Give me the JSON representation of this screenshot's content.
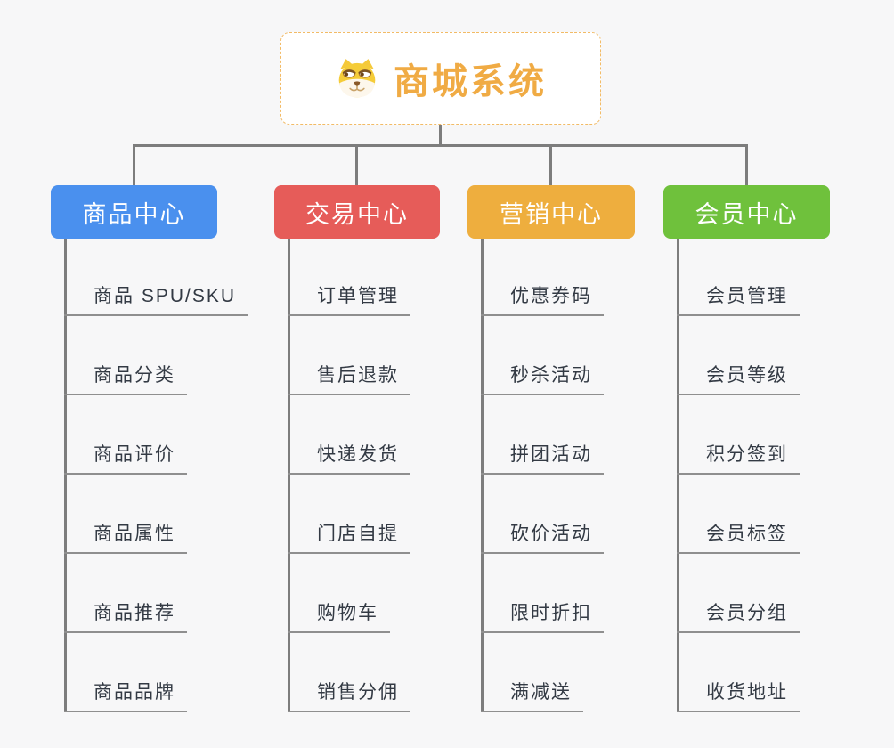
{
  "app": {
    "background_color": "#f7f7f8",
    "connector_color": "#7d7d7d",
    "underline_color": "#8f8f8f"
  },
  "root": {
    "title": "商城系统",
    "icon": "dog-face-icon",
    "title_color": "#f0ab44",
    "border_color": "#f2bb66"
  },
  "branches": [
    {
      "label": "商品中心",
      "color": "#4a90ee",
      "items": [
        "商品 SPU/SKU",
        "商品分类",
        "商品评价",
        "商品属性",
        "商品推荐",
        "商品品牌"
      ]
    },
    {
      "label": "交易中心",
      "color": "#e65c59",
      "items": [
        "订单管理",
        "售后退款",
        "快递发货",
        "门店自提",
        "购物车",
        "销售分佣"
      ]
    },
    {
      "label": "营销中心",
      "color": "#eeae3e",
      "items": [
        "优惠券码",
        "秒杀活动",
        "拼团活动",
        "砍价活动",
        "限时折扣",
        "满减送"
      ]
    },
    {
      "label": "会员中心",
      "color": "#6fc13c",
      "items": [
        "会员管理",
        "会员等级",
        "积分签到",
        "会员标签",
        "会员分组",
        "收货地址"
      ]
    }
  ]
}
